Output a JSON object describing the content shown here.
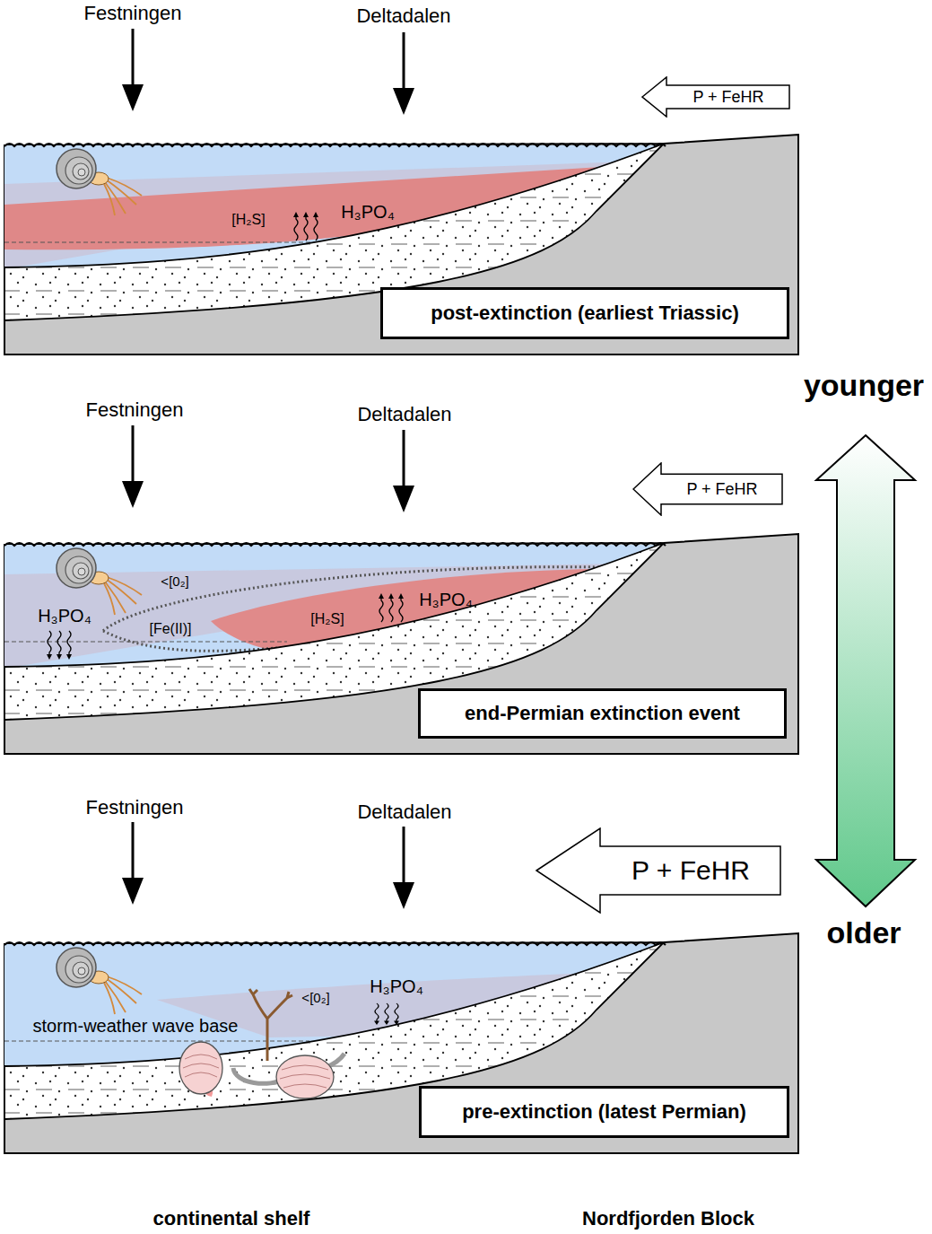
{
  "diagram": {
    "nodes": [
      {
        "text": [
          "P + FeHR"
        ]
      },
      {
        "text": [
          "post-extinction (earliest Triassic)"
        ]
      },
      {
        "text": [
          "P + FeHR"
        ]
      },
      {
        "text": [
          "end-Permian extinction event"
        ]
      },
      {
        "text": [
          "P + FeHR"
        ]
      },
      {
        "text": [
          "pre-extinction (latest Permian)"
        ]
      }
    ],
    "labels": [
      "Festningen",
      "Deltadalen",
      "H₃PO₄",
      "[H₂S]",
      "Festningen",
      "Deltadalen",
      "<[0₂]",
      "H₃PO₄",
      "[Fe(II)]",
      "[H₂S]",
      "H₃PO₄",
      "younger",
      "older",
      "Festningen",
      "Deltadalen",
      "<[0₂]",
      "H₃PO₄",
      "storm-weather wave base",
      "continental shelf",
      "Nordfjorden Block"
    ]
  }
}
